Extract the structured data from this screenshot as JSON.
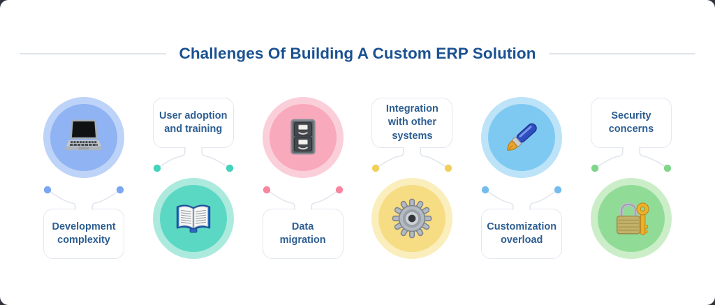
{
  "page": {
    "title": "Challenges Of Building A Custom ERP Solution"
  },
  "theme": {
    "outer_background": "#2f333b",
    "canvas_background": "#ffffff",
    "title_color": "#1a5191",
    "label_color": "#2d5e91",
    "divider_color": "#e0e4ea",
    "card_border_color": "#e3e7ef",
    "connector_color": "#e2e6ee"
  },
  "items": [
    {
      "label": "Development\ncomplexity",
      "icon": "laptop-icon",
      "circle_position": "top",
      "colors": {
        "outer": "#bdd3f8",
        "inner": "#8fb3f3",
        "dot": "#7aa6f2"
      }
    },
    {
      "label": "User adoption\nand training",
      "icon": "open-book-icon",
      "circle_position": "bottom",
      "colors": {
        "outer": "#aceade",
        "inner": "#5bd8c3",
        "dot": "#43d2ba"
      }
    },
    {
      "label": "Data\nmigration",
      "icon": "file-cabinet-icon",
      "circle_position": "top",
      "colors": {
        "outer": "#fbcfd9",
        "inner": "#f9a9bc",
        "dot": "#f8869f"
      }
    },
    {
      "label": "Integration\nwith other\nsystems",
      "icon": "gear-icon",
      "circle_position": "bottom",
      "colors": {
        "outer": "#fbeebd",
        "inner": "#f6dc83",
        "dot": "#f0d05a"
      }
    },
    {
      "label": "Customization\noverload",
      "icon": "fountain-pen-icon",
      "circle_position": "top",
      "colors": {
        "outer": "#bce3f8",
        "inner": "#7ec9f1",
        "dot": "#74bdec"
      }
    },
    {
      "label": "Security\nconcerns",
      "icon": "padlock-key-icon",
      "circle_position": "bottom",
      "colors": {
        "outer": "#cbeec9",
        "inner": "#90dc97",
        "dot": "#7fd68b"
      }
    }
  ]
}
